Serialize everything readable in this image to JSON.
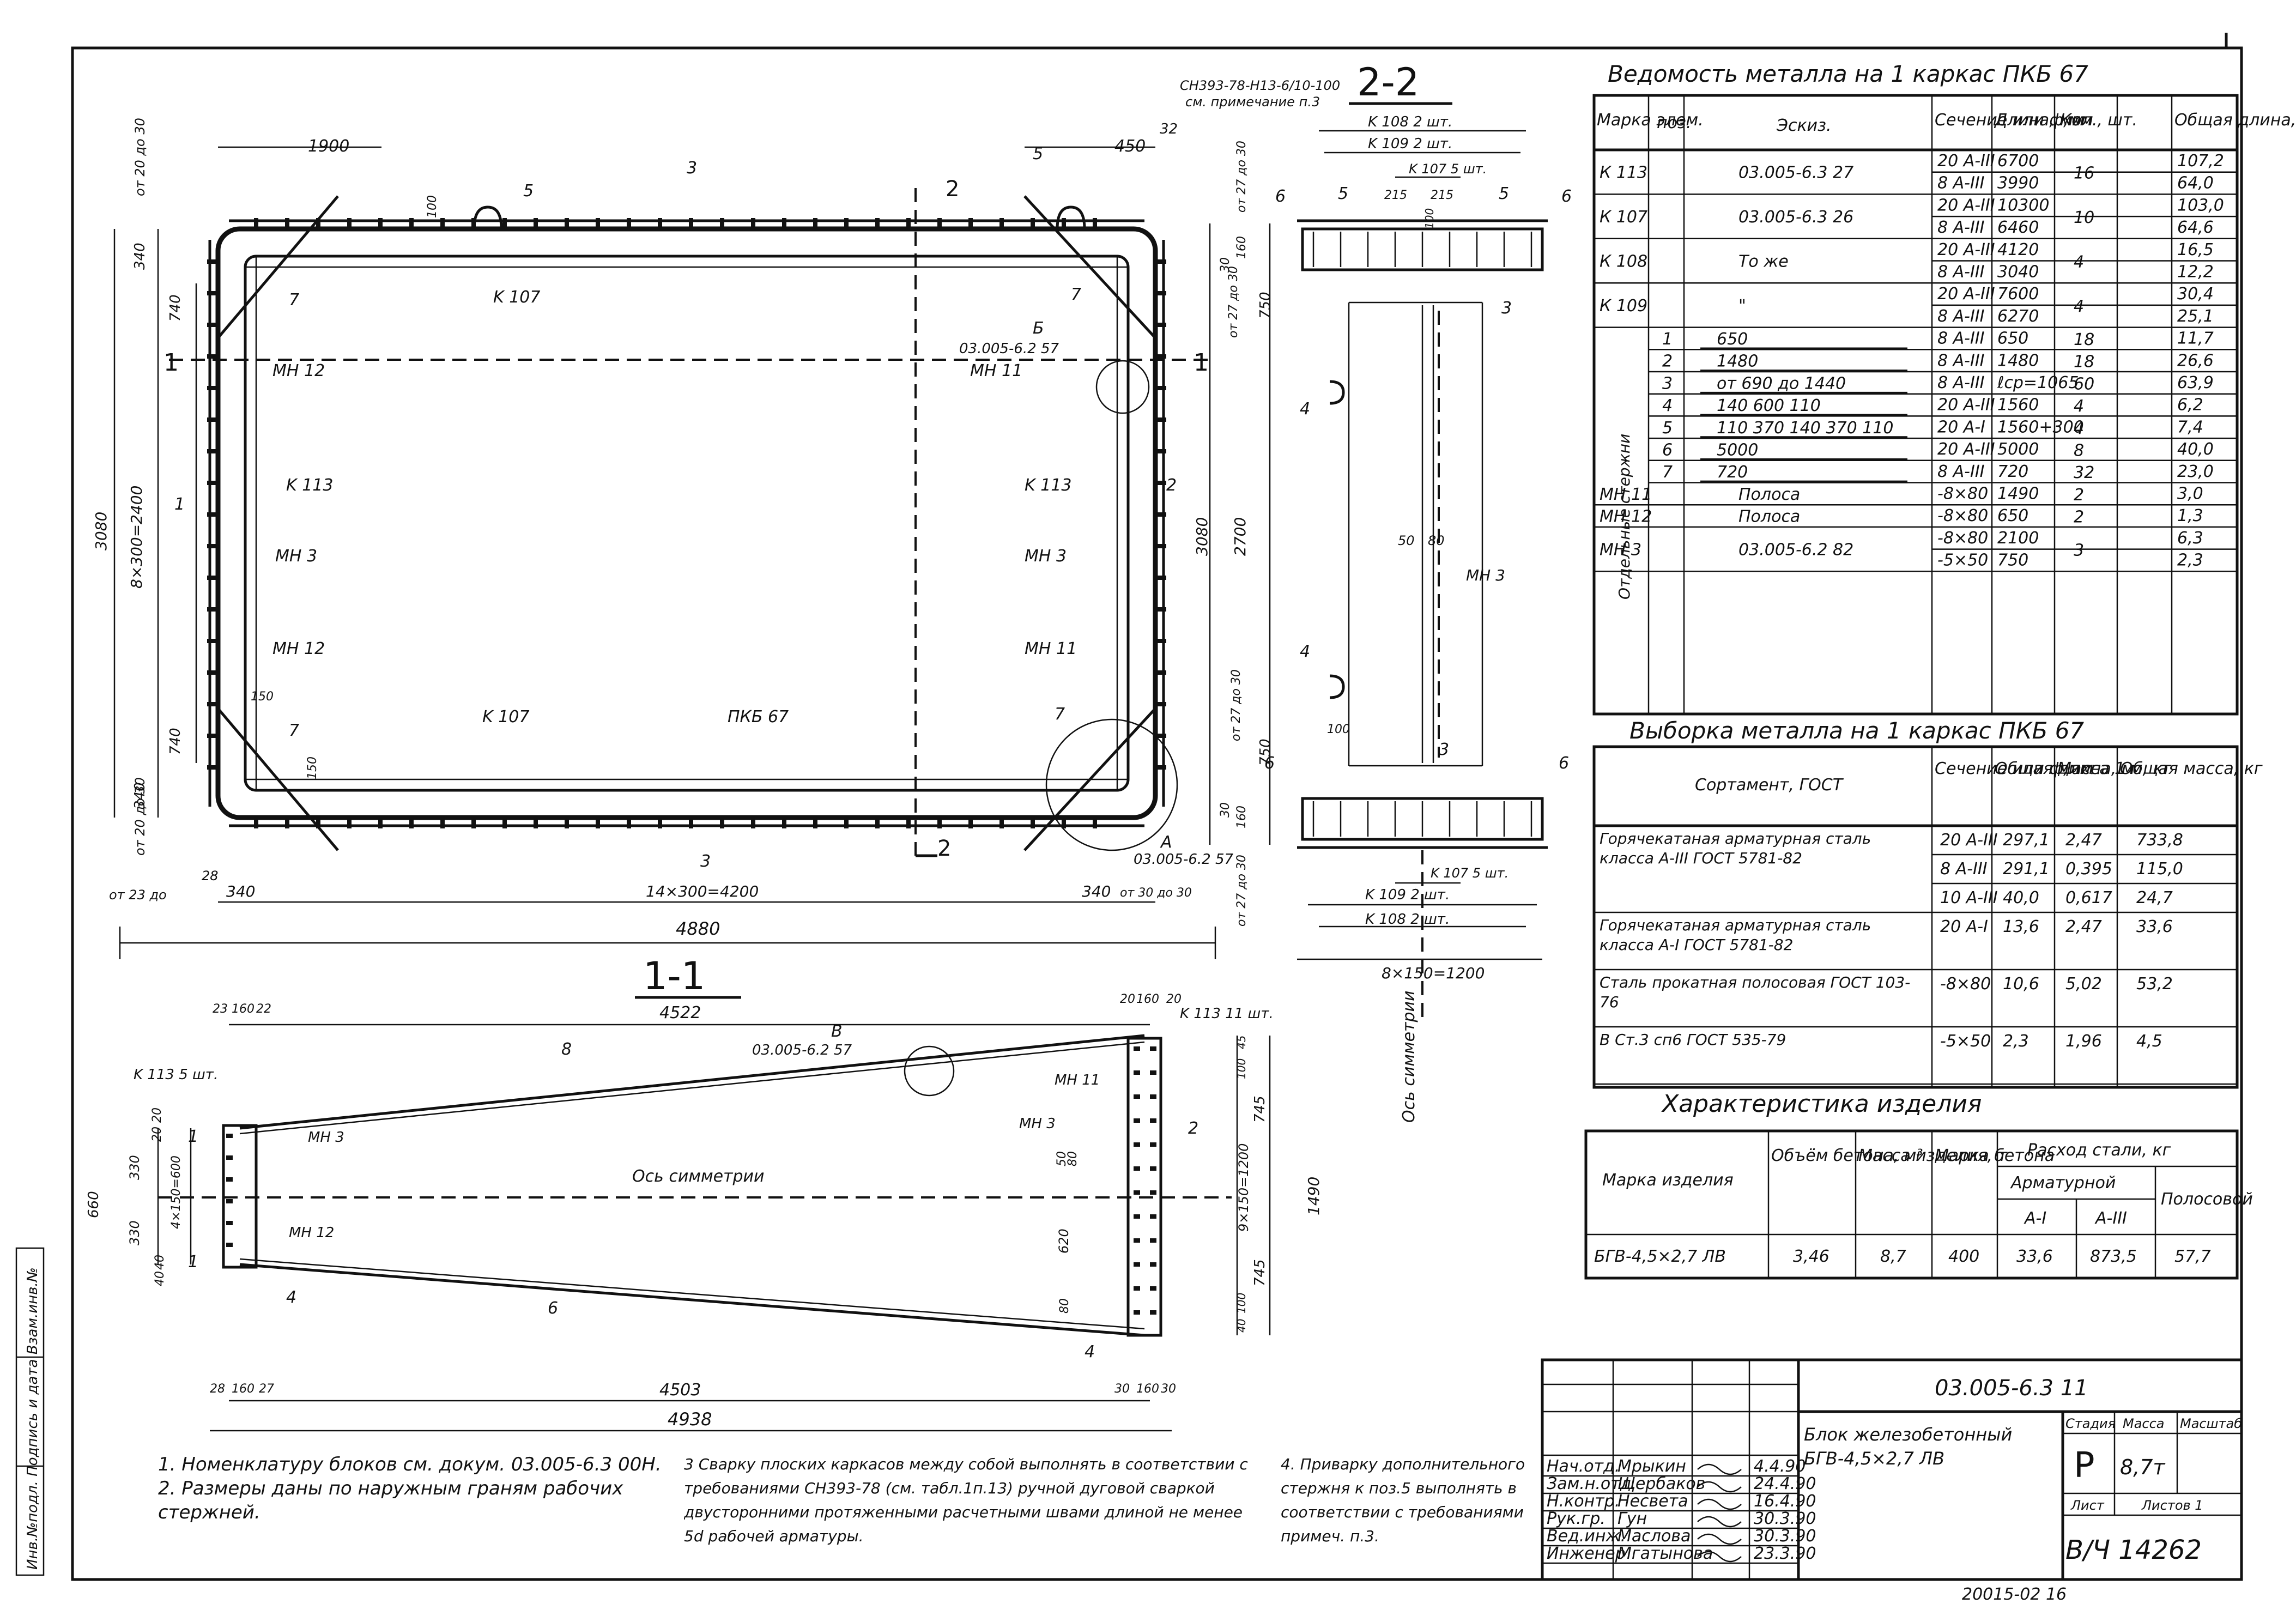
{
  "side_stamp": "Инв.№подл. Подпись и дата Взам.инв.№",
  "top_note": "СН393-78-Н13-6/10-100",
  "top_note2": "см. примечание п.3",
  "plan": {
    "dims_top": [
      "1900",
      "3",
      "5",
      "450",
      "32"
    ],
    "pos_labels": [
      "5",
      "5",
      "7",
      "7",
      "7",
      "7",
      "2",
      "1",
      "3",
      "3"
    ],
    "marks": [
      "K 107",
      "K 107",
      "K 113",
      "K 113",
      "МН 12",
      "МН 12",
      "МН 3",
      "МН 3",
      "МН 11",
      "МН 11",
      "ПКБ 67"
    ],
    "callout_b_letter": "Б",
    "callout_b_text": "03.005-6.2 57",
    "callout_a_letter": "А",
    "callout_a_text": "03.005-6.2 57",
    "dim_left": [
      "от 20 до 30",
      "340",
      "740",
      "8×300=2400",
      "3080",
      "740",
      "340",
      "от 20 до 30"
    ],
    "dim_bottom": [
      "от 23 до",
      "28",
      "340",
      "14×300=4200",
      "340",
      "от 30 до 30",
      "4880"
    ],
    "dim_150": [
      "150",
      "150",
      "100"
    ],
    "section_marks": [
      "1",
      "1",
      "2",
      "2"
    ]
  },
  "sec22": {
    "title": "2-2",
    "ties": [
      "K 108  2 шт.",
      "K 109  2 шт.",
      "K 107  5 шт.",
      "K 107  5 шт.",
      "K 109  2 шт.",
      "K 108  2 шт."
    ],
    "dims_top": [
      "215",
      "215",
      "100"
    ],
    "dims_left": [
      "от 27 до 30",
      "30",
      "160",
      "от 27 до 30",
      "750",
      "3080",
      "2700",
      "от 27 до 30",
      "750",
      "30",
      "160",
      "от 27 до 30"
    ],
    "labels": [
      "6",
      "6",
      "5",
      "5",
      "3",
      "4",
      "4",
      "3",
      "6",
      "6",
      "50",
      "80",
      "МН 3",
      "100"
    ],
    "bottom_dim": "8×150=1200",
    "axis": "Ось симметрии"
  },
  "sec11": {
    "title": "1-1",
    "dims_top": [
      "23",
      "160",
      "22",
      "4522",
      "20",
      "160",
      "20"
    ],
    "dims_bottom": [
      "28",
      "160",
      "27",
      "4503",
      "30",
      "160",
      "30",
      "4938"
    ],
    "marks": [
      "K 113  5 шт.",
      "K 113  11 шт.",
      "МН 3",
      "МН 12",
      "МН 11",
      "МН 3"
    ],
    "callout_b_letter": "В",
    "callout_b_text": "03.005-6.2 57",
    "axis": "Ось симметрии",
    "labels": [
      "8",
      "6",
      "1",
      "1",
      "2",
      "4",
      "4",
      "20",
      "20",
      "330",
      "330",
      "4×150=600",
      "660",
      "40",
      "40",
      "50",
      "80",
      "620",
      "80",
      "100",
      "45",
      "745",
      "9×150=1200",
      "1490",
      "745",
      "40",
      "100"
    ]
  },
  "table_metal": {
    "title": "Ведомость металла на 1 каркас ПКБ 67",
    "headers": [
      "Марка элем.",
      "поз.",
      "Эскиз.",
      "Сечение или ф,мм",
      "Длина, мм",
      "Кол., шт.",
      "Общая длина, м"
    ],
    "group_label": "Отдельные стержни",
    "rows": [
      {
        "mark": "К 113",
        "pos": "",
        "sketch": "03.005-6.3 27",
        "lines": [
          [
            "20 А-III",
            "6700",
            "16",
            "107,2"
          ],
          [
            "8 А-III",
            "3990",
            "",
            "64,0"
          ]
        ]
      },
      {
        "mark": "К 107",
        "pos": "",
        "sketch": "03.005-6.3 26",
        "lines": [
          [
            "20 А-III",
            "10300",
            "10",
            "103,0"
          ],
          [
            "8 А-III",
            "6460",
            "",
            "64,6"
          ]
        ]
      },
      {
        "mark": "К 108",
        "pos": "",
        "sketch": "То же",
        "lines": [
          [
            "20 А-III",
            "4120",
            "4",
            "16,5"
          ],
          [
            "8 А-III",
            "3040",
            "",
            "12,2"
          ]
        ]
      },
      {
        "mark": "К 109",
        "pos": "",
        "sketch": "\"",
        "lines": [
          [
            "20 А-III",
            "7600",
            "4",
            "30,4"
          ],
          [
            "8 А-III",
            "6270",
            "",
            "25,1"
          ]
        ]
      },
      {
        "mark": "",
        "pos": "1",
        "sketch": "650",
        "lines": [
          [
            "8 А-III",
            "650",
            "18",
            "11,7"
          ]
        ]
      },
      {
        "mark": "",
        "pos": "2",
        "sketch": "1480",
        "lines": [
          [
            "8 А-III",
            "1480",
            "18",
            "26,6"
          ]
        ]
      },
      {
        "mark": "",
        "pos": "3",
        "sketch": "от 690 до 1440",
        "lines": [
          [
            "8 А-III",
            "ℓср=1065",
            "60",
            "63,9"
          ]
        ]
      },
      {
        "mark": "",
        "pos": "4",
        "sketch": "140  600  110",
        "lines": [
          [
            "20 А-III",
            "1560",
            "4",
            "6,2"
          ]
        ]
      },
      {
        "mark": "",
        "pos": "5",
        "sketch": "110  370  140  370  110",
        "lines": [
          [
            "20 А-I",
            "1560+300",
            "4",
            "7,4"
          ]
        ]
      },
      {
        "mark": "",
        "pos": "6",
        "sketch": "5000",
        "lines": [
          [
            "20 А-III",
            "5000",
            "8",
            "40,0"
          ]
        ]
      },
      {
        "mark": "",
        "pos": "7",
        "sketch": "720",
        "lines": [
          [
            "8 А-III",
            "720",
            "32",
            "23,0"
          ]
        ]
      },
      {
        "mark": "МН 11",
        "pos": "",
        "sketch": "Полоса",
        "lines": [
          [
            "-8×80",
            "1490",
            "2",
            "3,0"
          ]
        ]
      },
      {
        "mark": "МН 12",
        "pos": "",
        "sketch": "Полоса",
        "lines": [
          [
            "-8×80",
            "650",
            "2",
            "1,3"
          ]
        ]
      },
      {
        "mark": "МН 3",
        "pos": "",
        "sketch": "03.005-6.2 82",
        "lines": [
          [
            "-8×80",
            "2100",
            "3",
            "6,3"
          ],
          [
            "-5×50",
            "750",
            "",
            "2,3"
          ]
        ]
      }
    ]
  },
  "table_select": {
    "title": "Выборка металла на 1 каркас ПКБ 67",
    "headers": [
      "Сортамент, ГОСТ",
      "Сечение или ф,мм",
      "Общая длина, м",
      "Масса 1 м, кг",
      "Общая масса, кг"
    ],
    "rows": [
      {
        "name": "Горячекатаная арматурная сталь класса А-III ГОСТ 5781-82",
        "lines": [
          [
            "20 А-III",
            "297,1",
            "2,47",
            "733,8"
          ],
          [
            "8 А-III",
            "291,1",
            "0,395",
            "115,0"
          ],
          [
            "10 А-III",
            "40,0",
            "0,617",
            "24,7"
          ]
        ]
      },
      {
        "name": "Горячекатаная арматурная сталь класса А-I ГОСТ 5781-82",
        "lines": [
          [
            "20 А-I",
            "13,6",
            "2,47",
            "33,6"
          ]
        ]
      },
      {
        "name": "Сталь прокатная полосовая ГОСТ 103-76",
        "lines": [
          [
            "-8×80",
            "10,6",
            "5,02",
            "53,2"
          ]
        ]
      },
      {
        "name": "В Ст.3 сп6 ГОСТ 535-79",
        "lines": [
          [
            "-5×50",
            "2,3",
            "1,96",
            "4,5"
          ]
        ]
      }
    ]
  },
  "table_char": {
    "title": "Характеристика изделия",
    "headers": {
      "mark": "Марка изделия",
      "volume": "Объём бетона, м³",
      "mass": "Масса изделия, т",
      "concrete": "Марка бетона",
      "steel": "Расход стали, кг",
      "rebar": "Арматурной",
      "a1": "А-I",
      "a3": "А-III",
      "strip": "Полосовой"
    },
    "row": [
      "БГВ-4,5×2,7 ЛВ",
      "3,46",
      "8,7",
      "400",
      "33,6",
      "873,5",
      "57,7"
    ]
  },
  "notes": [
    "1. Номенклатуру блоков см. докум. 03.005-6.3 00Н.",
    "2. Размеры даны по наружным граням рабочих стержней.",
    "3 Сварку плоских каркасов между собой выполнять в соответствии с требованиями СН393-78 (см. табл.1п.13) ручной дуговой сваркой двусторонними протяженными расчетными швами длиной не менее 5d рабочей арматуры.",
    "4. Приварку дополнительного стержня к поз.5 выполнять в соответствии с требованиями примеч. п.3."
  ],
  "title_block": {
    "doc_code": "03.005-6.3 11",
    "title": "Блок железобетонный БГВ-4,5×2,7 ЛВ",
    "stage_h": "Стадия",
    "mass_h": "Масса",
    "scale_h": "Масштаб",
    "stage": "Р",
    "mass": "8,7т",
    "sheet_h": "Лист",
    "sheets_h": "Листов 1",
    "inv": "В/Ч 14262",
    "roles": [
      [
        "Нач.отд.",
        "Мрыкин",
        "4.4.90"
      ],
      [
        "Зам.н.отд.",
        "Щербаков",
        "24.4.90"
      ],
      [
        "Н.контр.",
        "Несвета",
        "16.4.90"
      ],
      [
        "Рук.гр.",
        "Гун",
        "30.3.90"
      ],
      [
        "Вед.инж.",
        "Маслова",
        "30.3.90"
      ],
      [
        "Инженер",
        "Мгатынова",
        "23.3.90"
      ]
    ],
    "footer": "20015-02  16"
  }
}
